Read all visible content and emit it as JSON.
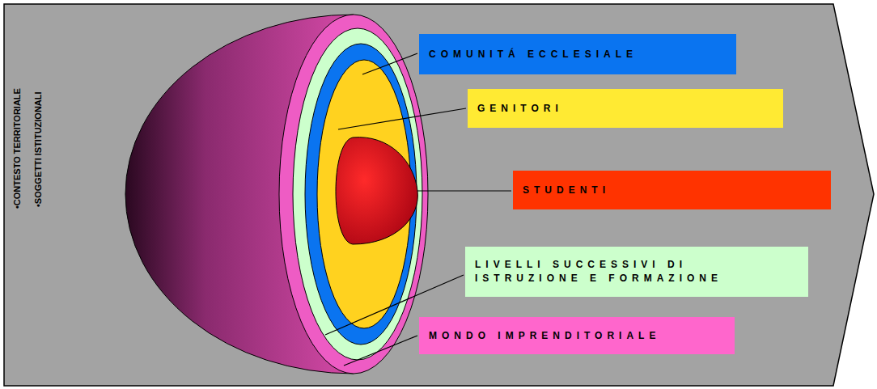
{
  "diagram": {
    "nodes": [
      {
        "text": [
          "COMUNITÁ ECCLESIALE"
        ]
      },
      {
        "text": [
          "GENITORI"
        ]
      },
      {
        "text": [
          "STUDENTI"
        ]
      },
      {
        "text": [
          "LIVELLI SUCCESSIVI DI ISTRUZIONE E FORMAZIONE"
        ]
      },
      {
        "text": [
          "MONDO IMPRENDITORIALE"
        ]
      }
    ],
    "labels": [
      "•CONTESTO TERRITORIALE",
      "•SOGGETTI ISTITUZIONALI"
    ]
  }
}
